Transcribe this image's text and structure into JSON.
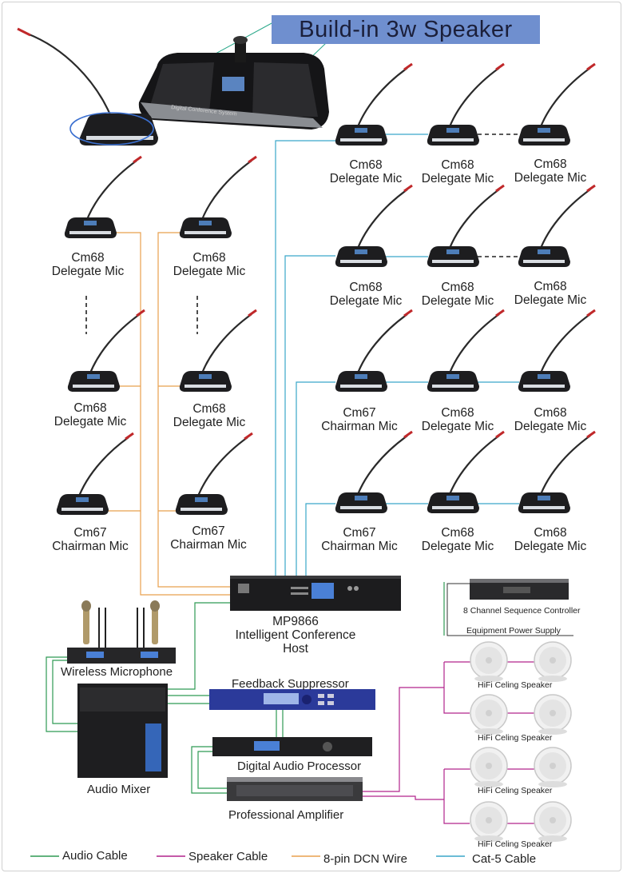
{
  "banner": "Build-in 3w Speaker",
  "mic_top_label": "Cm68",
  "mic_bottom_label": "Delegate Mic",
  "chair_top_label": "Cm67",
  "chair_bottom_label": "Chairman Mic",
  "host": {
    "model": "MP9866",
    "line1": "Intelligent Conference",
    "line2": "Host"
  },
  "sequence_controller": "8 Channel Sequence Controller",
  "power_supply": "Equipment Power Supply",
  "wireless_mic": "Wireless Microphone",
  "feedback": "Feedback Suppressor",
  "dap": "Digital Audio Processor",
  "mixer": "Audio Mixer",
  "amplifier": "Professional Amplifier",
  "speaker": "HiFi Celing Speaker",
  "unit_panel_text": "Digital Conference System",
  "legend": {
    "audio": "Audio Cable",
    "speaker": "Speaker Cable",
    "dcn": "8-pin DCN Wire",
    "cat5": "Cat-5 Cable"
  },
  "colors": {
    "audio": "#2e9a54",
    "speaker": "#b2248c",
    "dcn": "#e8a04e",
    "cat5": "#3aa6c9",
    "banner": "#6f8fcf"
  }
}
